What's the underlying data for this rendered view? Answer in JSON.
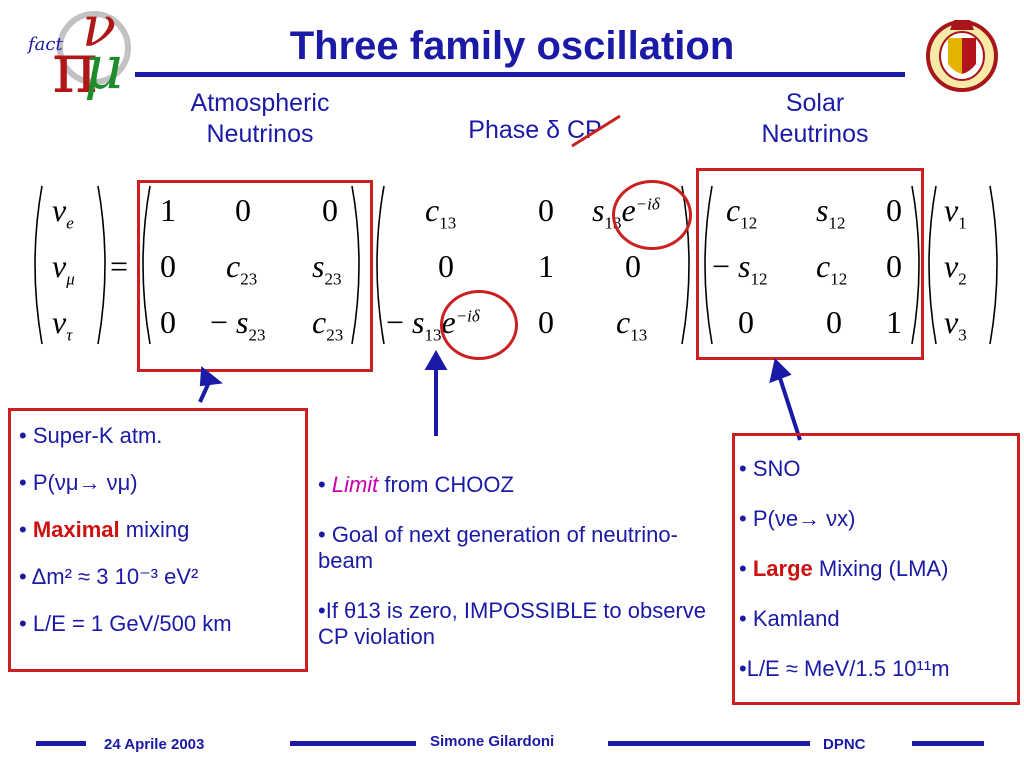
{
  "title": "Three family oscillation",
  "logo_left_text": "fact",
  "headings": {
    "atmospheric": [
      "Atmospheric",
      "Neutrinos"
    ],
    "phase": "Phase δ CP",
    "solar": [
      "Solar",
      "Neutrinos"
    ]
  },
  "matrix": {
    "lhs": [
      "ν",
      "e",
      "ν",
      "μ",
      "ν",
      "τ"
    ],
    "equals": "=",
    "m1": [
      [
        "1",
        "0",
        "0"
      ],
      [
        "0",
        "c23",
        "s23"
      ],
      [
        "0",
        "− s23",
        "c23"
      ]
    ],
    "m2": [
      [
        "c13",
        "0",
        "s13e−iδ"
      ],
      [
        "0",
        "1",
        "0"
      ],
      [
        "− s13e−iδ",
        "0",
        "c13"
      ]
    ],
    "m3": [
      [
        "c12",
        "s12",
        "0"
      ],
      [
        "− s12",
        "c12",
        "0"
      ],
      [
        "0",
        "0",
        "1"
      ]
    ],
    "rhs": [
      "ν1",
      "ν2",
      "ν3"
    ]
  },
  "left_box": {
    "items": [
      "• Super-K atm.",
      "• P(νμ→ νμ)",
      "Maximal",
      " mixing",
      "• Δm² ≈ 3 10⁻³ eV²",
      "•  L/E = 1 GeV/500 km"
    ]
  },
  "middle": {
    "limit": "Limit",
    "limit_rest": " from CHOOZ",
    "goal": "• Goal of next generation of neutrino-beam",
    "if_theta": "•If θ13 is zero, IMPOSSIBLE to observe CP violation"
  },
  "right_box": {
    "items": [
      "• SNO",
      "• P(νe→ νx)",
      "Large",
      " Mixing (LMA)",
      "• Kamland",
      "•L/E ≈ MeV/1.5 10¹¹m"
    ]
  },
  "footer": {
    "date": "24 Aprile 2003",
    "author": "Simone Gilardoni",
    "org": "DPNC"
  },
  "colors": {
    "text": "#1a1aa6",
    "accent": "#cc1f1f",
    "emphasis": "#cc00aa"
  }
}
